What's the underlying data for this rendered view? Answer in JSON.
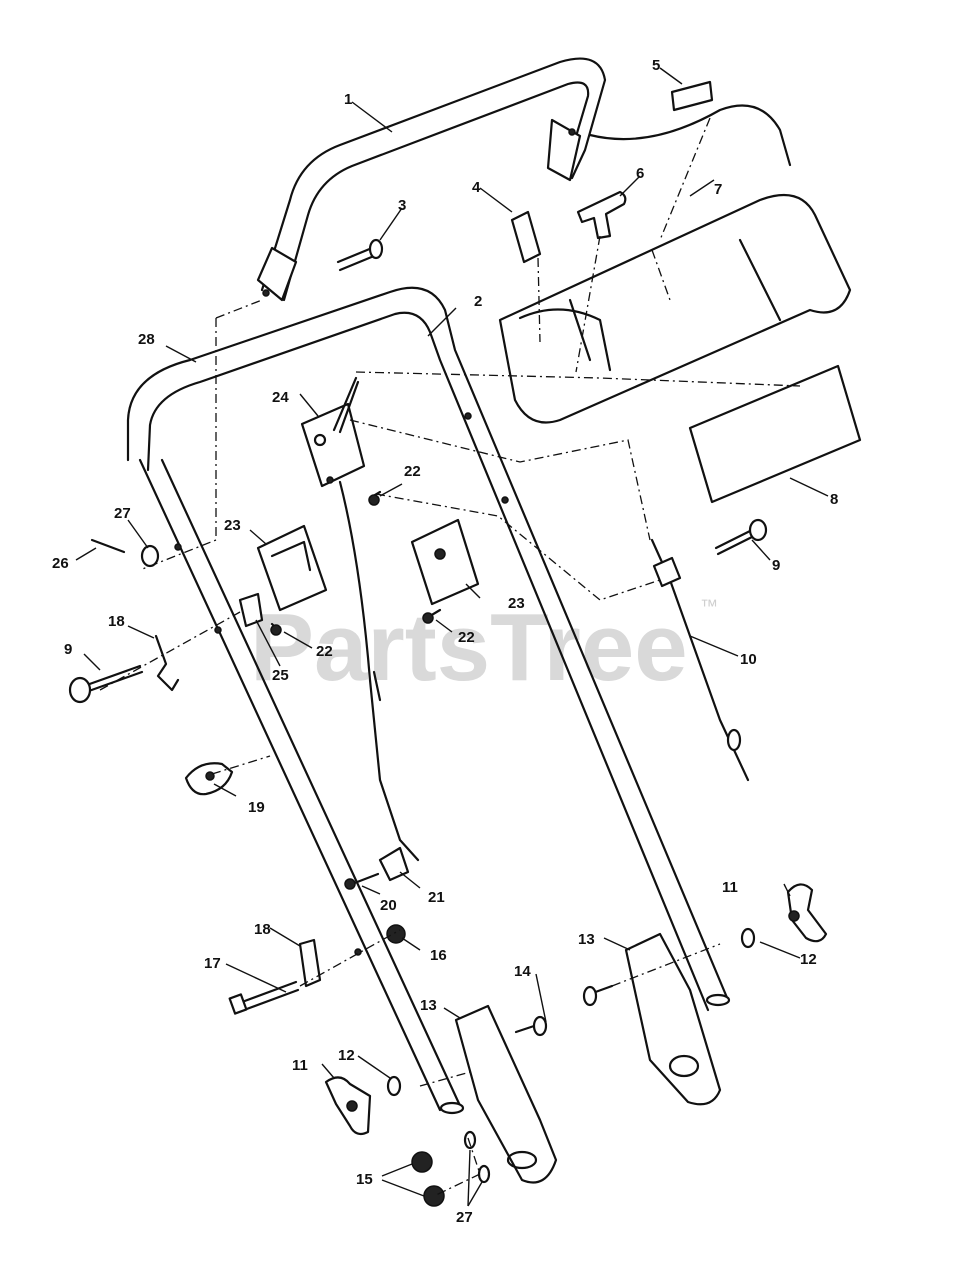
{
  "watermark": {
    "text": "PartsTree",
    "mark": "™"
  },
  "callouts": {
    "c1": "1",
    "c2": "2",
    "c3": "3",
    "c4": "4",
    "c5": "5",
    "c6": "6",
    "c7": "7",
    "c8": "8",
    "c9a": "9",
    "c9b": "9",
    "c10": "10",
    "c11a": "11",
    "c11b": "11",
    "c12a": "12",
    "c12b": "12",
    "c13a": "13",
    "c13b": "13",
    "c14": "14",
    "c15": "15",
    "c16": "16",
    "c17": "17",
    "c18a": "18",
    "c18b": "18",
    "c19": "19",
    "c20": "20",
    "c21": "21",
    "c22a": "22",
    "c22b": "22",
    "c22c": "22",
    "c23a": "23",
    "c23b": "23",
    "c24": "24",
    "c25": "25",
    "c26": "26",
    "c27a": "27",
    "c27b": "27",
    "c28": "28"
  }
}
